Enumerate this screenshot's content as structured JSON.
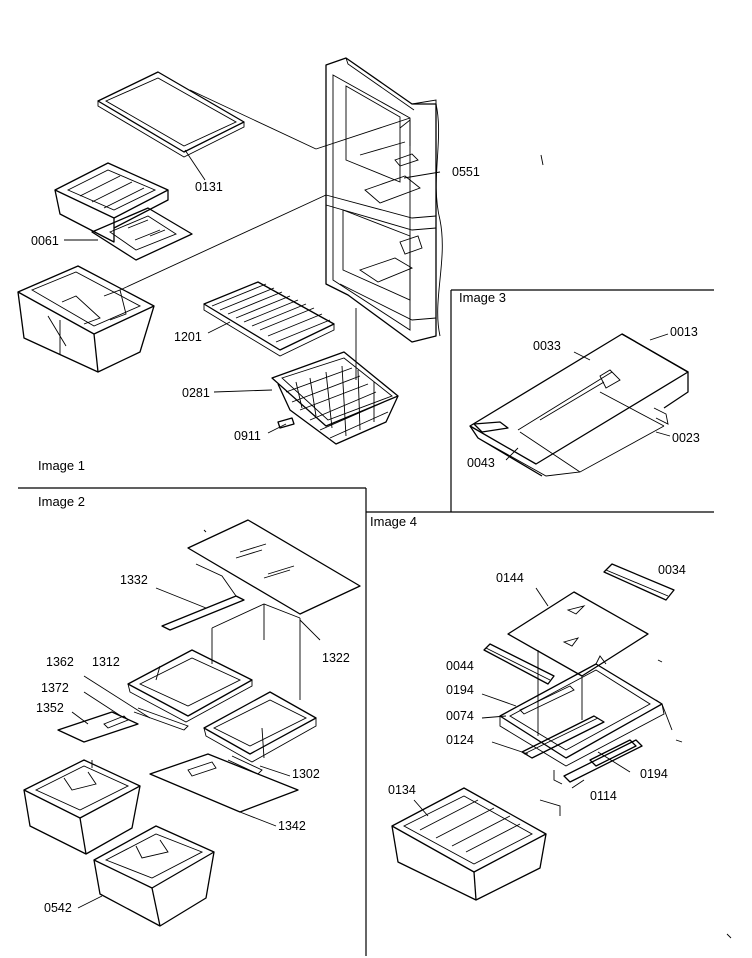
{
  "sections": {
    "image1": "Image 1",
    "image2": "Image 2",
    "image3": "Image 3",
    "image4": "Image 4"
  },
  "image1_parts": [
    "0131",
    "0551",
    "0061",
    "1201",
    "0281",
    "0911"
  ],
  "image2_parts": [
    "1332",
    "1322",
    "1362",
    "1312",
    "1372",
    "1352",
    "1302",
    "1342",
    "0542"
  ],
  "image3_parts": [
    "0033",
    "0013",
    "0023",
    "0043"
  ],
  "image4_parts": [
    "0144",
    "0034",
    "0044",
    "0194",
    "0074",
    "0124",
    "0194",
    "0134",
    "0114"
  ]
}
